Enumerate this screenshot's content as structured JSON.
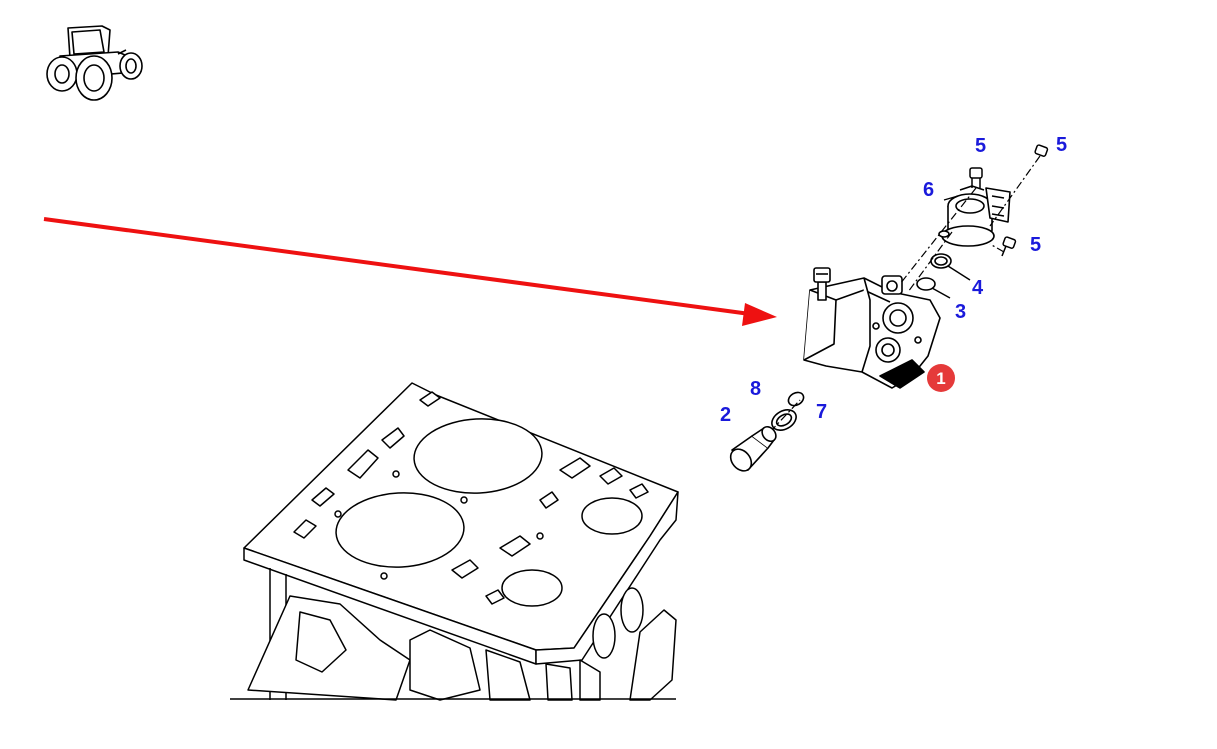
{
  "colors": {
    "line_art": "#000000",
    "background": "#ffffff",
    "callout_text": "#1a1adb",
    "arrow": "#ee1111",
    "badge_fill": "#e53a3a",
    "badge_text": "#ffffff"
  },
  "icons": {
    "vehicle": "tractor-icon"
  },
  "callouts": [
    {
      "id": "c5a",
      "label": "5"
    },
    {
      "id": "c5b",
      "label": "5"
    },
    {
      "id": "c6",
      "label": "6"
    },
    {
      "id": "c5c",
      "label": "5"
    },
    {
      "id": "c4",
      "label": "4"
    },
    {
      "id": "c3",
      "label": "3"
    },
    {
      "id": "c8",
      "label": "8"
    },
    {
      "id": "c2",
      "label": "2"
    },
    {
      "id": "c7",
      "label": "7"
    }
  ],
  "highlight_badge": {
    "label": "1"
  }
}
